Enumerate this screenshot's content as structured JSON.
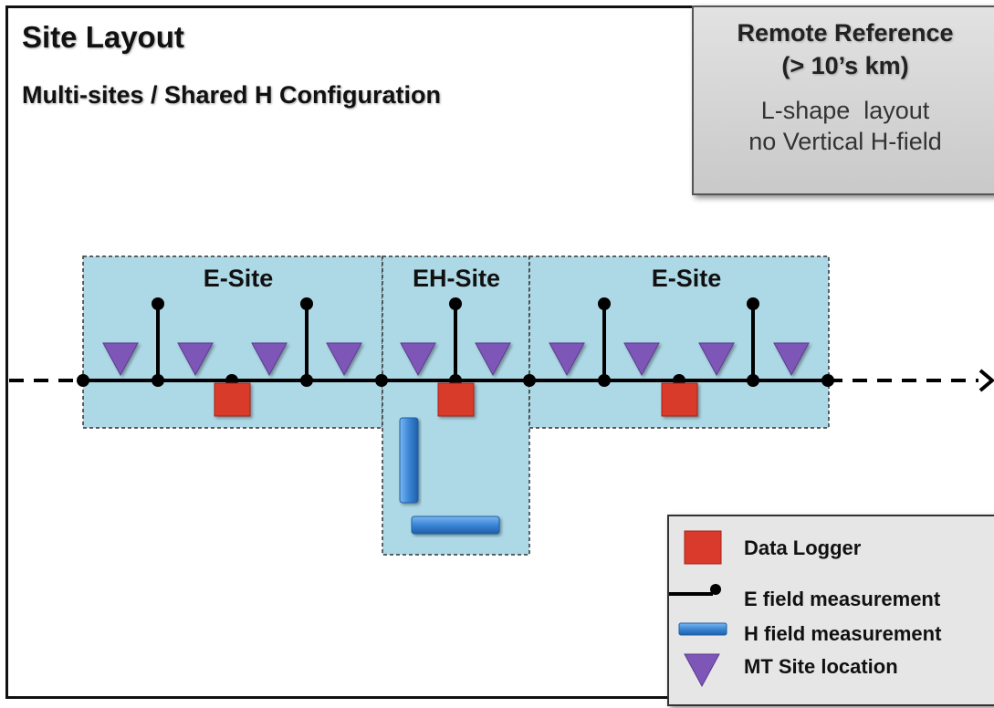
{
  "header": {
    "title": "Site Layout",
    "subtitle": "Multi-sites / Shared H Configuration"
  },
  "remote_reference": {
    "title_line1": "Remote Reference",
    "title_line2": "(> 10’s km)",
    "body_line1": "L-shape  layout",
    "body_line2": "no Vertical H-field"
  },
  "sites": [
    {
      "label": "E-Site"
    },
    {
      "label": "EH-Site"
    },
    {
      "label": "E-Site"
    }
  ],
  "legend": {
    "items": [
      {
        "label": "Data Logger",
        "icon": "data-logger-icon"
      },
      {
        "label": "E field measurement",
        "icon": "e-field-icon"
      },
      {
        "label": "H field measurement",
        "icon": "h-field-icon"
      },
      {
        "label": "MT Site location",
        "icon": "mt-site-icon"
      }
    ]
  },
  "colors": {
    "site_fill": "#add8e6",
    "data_logger": "#d93a2b",
    "mt_site": "#7e56b8",
    "h_field": "#3a86d6",
    "line": "#000000"
  }
}
